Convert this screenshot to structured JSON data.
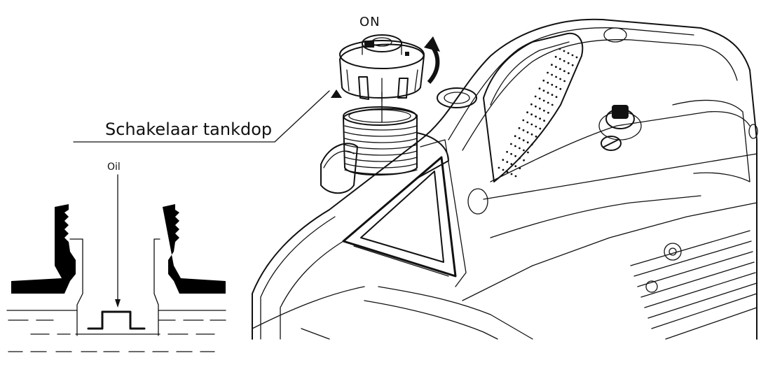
{
  "labels": {
    "on": "ON",
    "switch": "Schakelaar tankdop",
    "oil": "Oil"
  },
  "colors": {
    "ink": "#111111",
    "background": "#ffffff",
    "fill_black": "#000000"
  },
  "icons": {
    "rotation_arrow": "curved-arrow-clockwise",
    "position_marker": "triangle-marker"
  }
}
